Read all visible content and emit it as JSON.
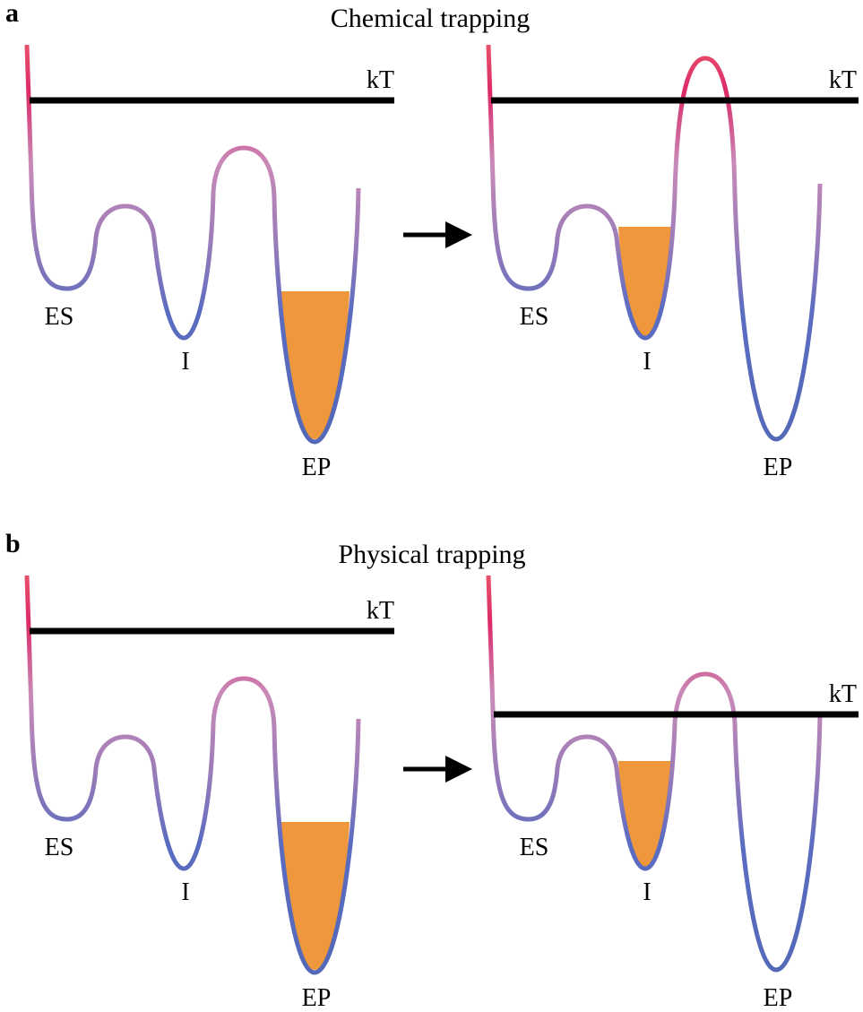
{
  "panels": [
    {
      "letter": "a",
      "title": "Chemical trapping",
      "kt_label": "kT",
      "kt_label_right": "kT",
      "states": [
        "ES",
        "I",
        "EP"
      ],
      "states_right": [
        "ES",
        "I",
        "EP"
      ]
    },
    {
      "letter": "b",
      "title": "Physical trapping",
      "kt_label": "kT",
      "kt_label_right": "kT",
      "states": [
        "ES",
        "I",
        "EP"
      ],
      "states_right": [
        "ES",
        "I",
        "EP"
      ]
    }
  ],
  "colors": {
    "high": "#e8506a",
    "mid": "#c98ab8",
    "low": "#5468b8",
    "fill": "#ef973d"
  }
}
